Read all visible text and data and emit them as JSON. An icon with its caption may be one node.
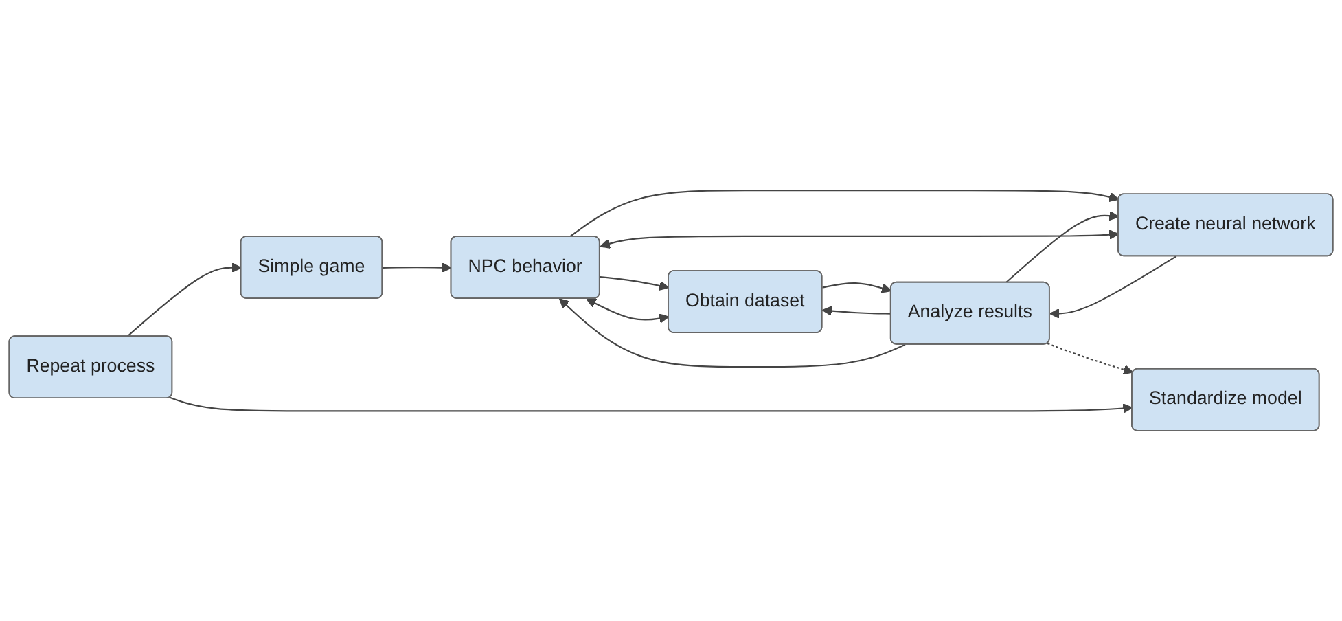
{
  "diagram": {
    "nodes": [
      {
        "text": [
          "Repeat process"
        ]
      },
      {
        "text": [
          "Simple game"
        ]
      },
      {
        "text": [
          "NPC behavior"
        ]
      },
      {
        "text": [
          "Obtain dataset"
        ]
      },
      {
        "text": [
          "Create neural network"
        ]
      },
      {
        "text": [
          "Analyze results"
        ]
      },
      {
        "text": [
          "Standardize model"
        ]
      }
    ],
    "edges": [
      {
        "from": 0,
        "to": 1,
        "arrow": "to"
      },
      {
        "from": 1,
        "to": 2,
        "arrow": "to"
      },
      {
        "from": 2,
        "to": 3,
        "arrow": "to"
      },
      {
        "from": 2,
        "to": 4,
        "arrow": "to"
      },
      {
        "from": 3,
        "to": 5,
        "arrow": "to"
      },
      {
        "from": 4,
        "to": 5,
        "arrow": "to"
      },
      {
        "from": 5,
        "to": 3,
        "arrow": "to"
      },
      {
        "from": 5,
        "to": 2,
        "arrow": "to"
      },
      {
        "from": 2,
        "to": 3,
        "arrow": "both"
      },
      {
        "from": 5,
        "to": 4,
        "arrow": "to"
      },
      {
        "from": 2,
        "to": 4,
        "arrow": "both"
      },
      {
        "from": 5,
        "to": 6,
        "arrow": "to",
        "style": "dashed"
      },
      {
        "from": 0,
        "to": 6,
        "arrow": "to"
      }
    ]
  }
}
